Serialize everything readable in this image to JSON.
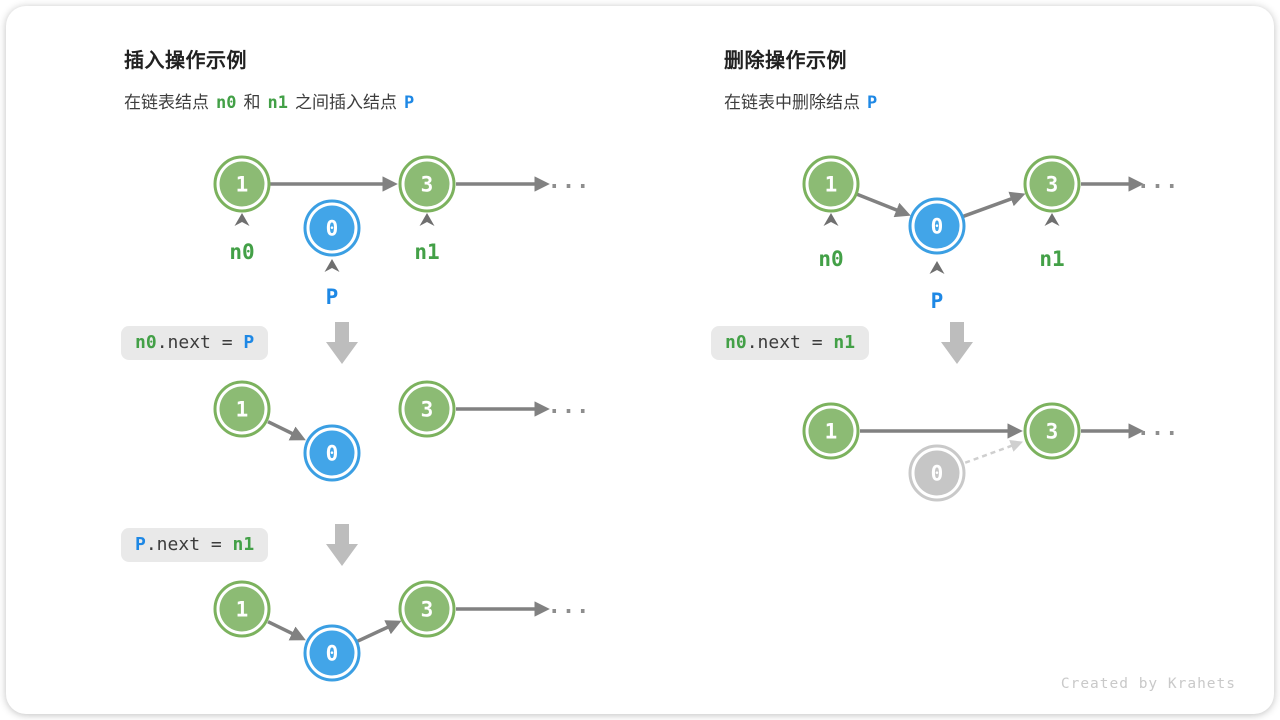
{
  "panels": {
    "insert": {
      "title": "插入操作示例",
      "subtitle": {
        "part1": "在链表结点",
        "token_n0": "n0",
        "part2": "和",
        "token_n1": "n1",
        "part3": "之间插入结点",
        "token_p": "P"
      },
      "code_step1": {
        "lhs": "n0",
        "mid": ".next = ",
        "rhs": "P"
      },
      "code_step2": {
        "lhs": "P",
        "mid": ".next = ",
        "rhs": "n1"
      }
    },
    "delete": {
      "title": "删除操作示例",
      "subtitle": {
        "part1": "在链表中删除结点",
        "token_p": "P"
      },
      "code_step1": {
        "lhs": "n0",
        "mid": ".next = ",
        "rhs": "n1"
      }
    }
  },
  "node_values": {
    "one": "1",
    "zero": "0",
    "three": "3"
  },
  "pointer_labels": {
    "n0": "n0",
    "n1": "n1",
    "p": "P"
  },
  "ellipsis": "...",
  "footer_credit": "Created by Krahets",
  "colors": {
    "node_green_fill": "#8CBB74",
    "node_green_ring": "#7CB25E",
    "node_blue_fill": "#42A5E8",
    "node_blue_ring": "#3B9FE3",
    "node_ghost_fill": "#C6C6C6",
    "text_green": "#43A047",
    "text_blue": "#1E88E5",
    "arrow_gray": "#818181",
    "dashed_gray": "#CFCFCF",
    "code_badge_bg": "#E9E9E9",
    "block_arrow_gray": "#BDBDBD"
  }
}
